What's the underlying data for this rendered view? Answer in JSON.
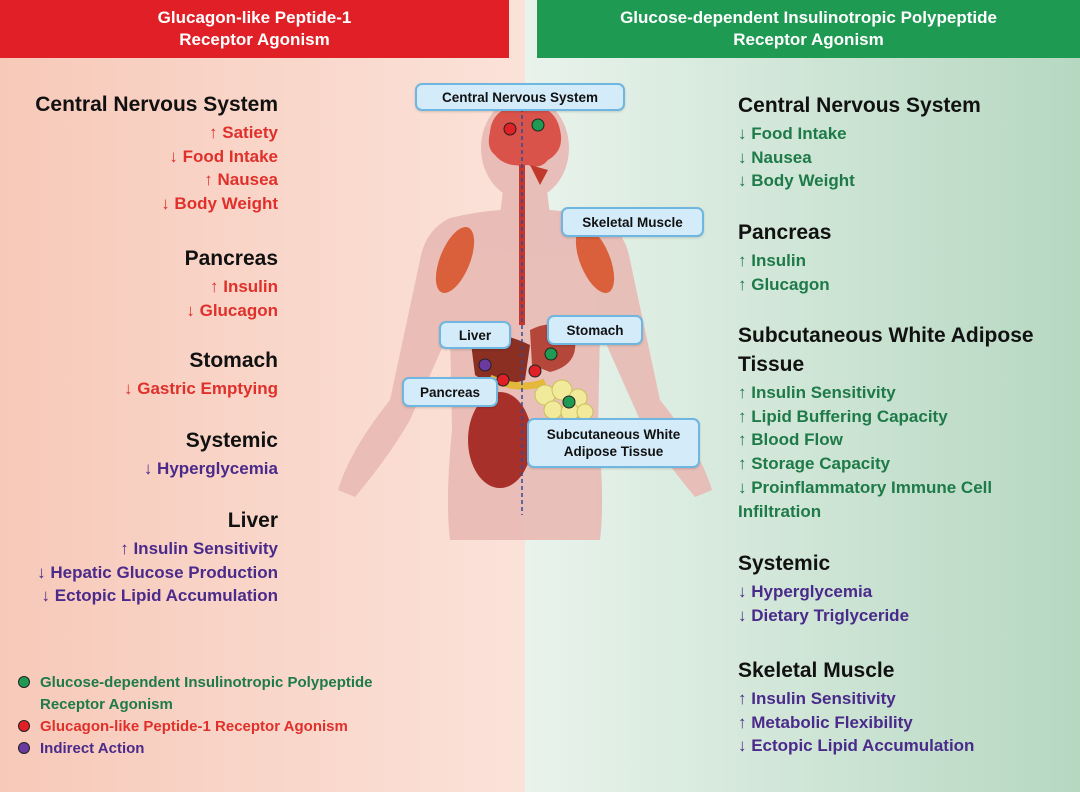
{
  "header_left": {
    "line1": "Glucagon-like Peptide-1",
    "line2": "Receptor Agonism"
  },
  "header_right": {
    "line1": "Glucose-dependent Insulinotropic Polypeptide",
    "line2": "Receptor Agonism"
  },
  "colors": {
    "glp1": "#e11f26",
    "gip": "#1f9a53",
    "indirect": "#4a2a8a"
  },
  "left_sections": [
    {
      "title": "Central Nervous System",
      "items": [
        {
          "arrow": "up",
          "text": "↑ Satiety",
          "color": "red"
        },
        {
          "arrow": "down",
          "text": "↓ Food Intake",
          "color": "red"
        },
        {
          "arrow": "up",
          "text": "↑ Nausea",
          "color": "red"
        },
        {
          "arrow": "down",
          "text": "↓ Body Weight",
          "color": "red"
        }
      ]
    },
    {
      "title": "Pancreas",
      "items": [
        {
          "arrow": "up",
          "text": "↑ Insulin",
          "color": "red"
        },
        {
          "arrow": "down",
          "text": "↓ Glucagon",
          "color": "red"
        }
      ]
    },
    {
      "title": "Stomach",
      "items": [
        {
          "arrow": "down",
          "text": "↓ Gastric Emptying",
          "color": "red"
        }
      ]
    },
    {
      "title": "Systemic",
      "items": [
        {
          "arrow": "down",
          "text": "↓ Hyperglycemia",
          "color": "purple"
        }
      ]
    },
    {
      "title": "Liver",
      "items": [
        {
          "arrow": "up",
          "text": "↑ Insulin Sensitivity",
          "color": "purple"
        },
        {
          "arrow": "down",
          "text": "↓ Hepatic Glucose Production",
          "color": "purple"
        },
        {
          "arrow": "down",
          "text": "↓ Ectopic Lipid Accumulation",
          "color": "purple"
        }
      ]
    }
  ],
  "right_sections": [
    {
      "title": "Central Nervous System",
      "items": [
        {
          "arrow": "down",
          "text": "↓ Food Intake",
          "color": "green"
        },
        {
          "arrow": "down",
          "text": "↓ Nausea",
          "color": "green"
        },
        {
          "arrow": "down",
          "text": "↓ Body Weight",
          "color": "green"
        }
      ]
    },
    {
      "title": "Pancreas",
      "items": [
        {
          "arrow": "up",
          "text": "↑ Insulin",
          "color": "green"
        },
        {
          "arrow": "up",
          "text": "↑ Glucagon",
          "color": "green"
        }
      ]
    },
    {
      "title": "Subcutaneous White Adipose Tissue",
      "items": [
        {
          "arrow": "up",
          "text": "↑ Insulin Sensitivity",
          "color": "green"
        },
        {
          "arrow": "up",
          "text": "↑ Lipid Buffering Capacity",
          "color": "green"
        },
        {
          "arrow": "up",
          "text": "↑ Blood Flow",
          "color": "green"
        },
        {
          "arrow": "up",
          "text": "↑ Storage Capacity",
          "color": "green"
        },
        {
          "arrow": "down",
          "text": "↓ Proinflammatory Immune Cell Infiltration",
          "color": "green"
        }
      ]
    },
    {
      "title": "Systemic",
      "items": [
        {
          "arrow": "down",
          "text": "↓ Hyperglycemia",
          "color": "purple"
        },
        {
          "arrow": "down",
          "text": "↓ Dietary Triglyceride",
          "color": "purple"
        }
      ]
    },
    {
      "title": "Skeletal Muscle",
      "items": [
        {
          "arrow": "up",
          "text": "↑ Insulin Sensitivity",
          "color": "purple"
        },
        {
          "arrow": "up",
          "text": "↑ Metabolic Flexibility",
          "color": "purple"
        },
        {
          "arrow": "down",
          "text": "↓ Ectopic Lipid Accumulation",
          "color": "purple"
        }
      ]
    }
  ],
  "callouts": {
    "cns": "Central Nervous System",
    "skeletal": "Skeletal Muscle",
    "liver": "Liver",
    "stomach": "Stomach",
    "pancreas": "Pancreas",
    "adipose": "Subcutaneous White Adipose Tissue"
  },
  "legend": [
    {
      "color": "green",
      "label": "Glucose-dependent Insulinotropic Polypeptide Receptor Agonism"
    },
    {
      "color": "red",
      "label": "Glucagon-like Peptide-1 Receptor Agonism"
    },
    {
      "color": "purple",
      "label": "Indirect Action"
    }
  ]
}
